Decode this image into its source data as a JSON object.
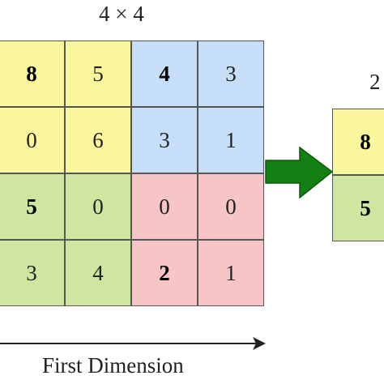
{
  "colors": {
    "yellow": "#fbf79c",
    "blue": "#c6def8",
    "green": "#cfe6a0",
    "pink": "#f7c5c5",
    "arrow": "#128012",
    "arrow_outline": "#0b5c0b",
    "axis": "#222222"
  },
  "input_grid": {
    "label": "4 × 4",
    "rows": [
      [
        {
          "value": "8",
          "bold": true,
          "color": "yellow"
        },
        {
          "value": "5",
          "bold": false,
          "color": "yellow"
        },
        {
          "value": "4",
          "bold": true,
          "color": "blue"
        },
        {
          "value": "3",
          "bold": false,
          "color": "blue"
        }
      ],
      [
        {
          "value": "0",
          "bold": false,
          "color": "yellow"
        },
        {
          "value": "6",
          "bold": false,
          "color": "yellow"
        },
        {
          "value": "3",
          "bold": false,
          "color": "blue"
        },
        {
          "value": "1",
          "bold": false,
          "color": "blue"
        }
      ],
      [
        {
          "value": "5",
          "bold": true,
          "color": "green"
        },
        {
          "value": "0",
          "bold": false,
          "color": "green"
        },
        {
          "value": "0",
          "bold": false,
          "color": "pink"
        },
        {
          "value": "0",
          "bold": false,
          "color": "pink"
        }
      ],
      [
        {
          "value": "3",
          "bold": false,
          "color": "green"
        },
        {
          "value": "4",
          "bold": false,
          "color": "green"
        },
        {
          "value": "2",
          "bold": true,
          "color": "pink"
        },
        {
          "value": "1",
          "bold": false,
          "color": "pink"
        }
      ]
    ]
  },
  "output_grid": {
    "label": "2",
    "rows": [
      [
        {
          "value": "8",
          "bold": true,
          "color": "yellow"
        }
      ],
      [
        {
          "value": "5",
          "bold": true,
          "color": "green"
        }
      ]
    ]
  },
  "axis": {
    "label": "First Dimension"
  }
}
